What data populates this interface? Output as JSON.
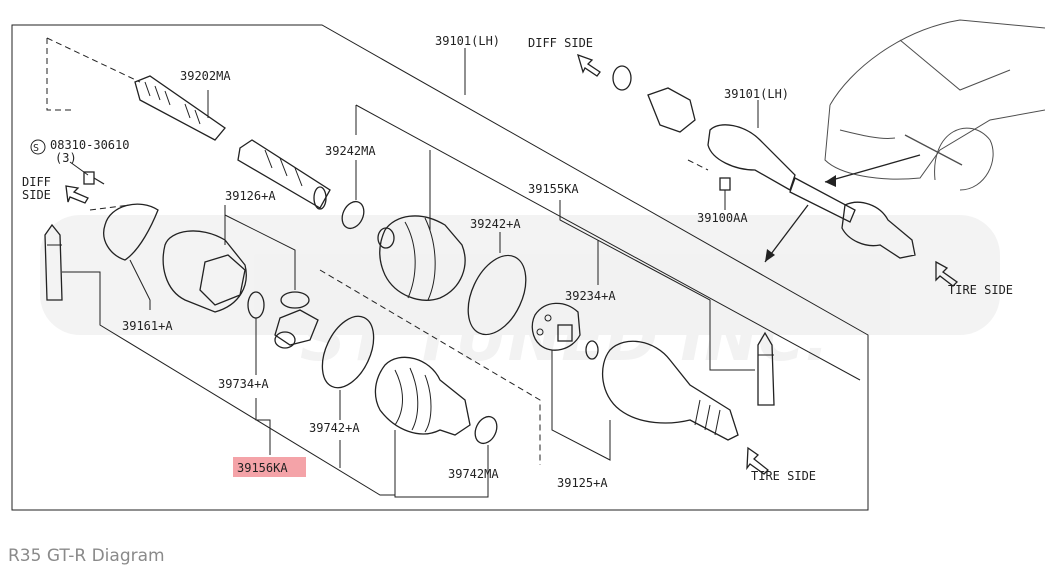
{
  "diagram": {
    "frame_label": "39101(LH)",
    "callouts": {
      "p39202MA": "39202MA",
      "p08310": "08310-30610",
      "p08310_qty": "(3)",
      "p08310_symbol": "S",
      "p39242MA": "39242MA",
      "p39126": "39126+A",
      "p39242A": "39242+A",
      "p39155KA": "39155KA",
      "p39234": "39234+A",
      "p39161": "39161+A",
      "p39734": "39734+A",
      "p39742A": "39742+A",
      "p39742MA": "39742MA",
      "p39156KA": "39156KA",
      "p39125": "39125+A",
      "p39101_inset": "39101(LH)",
      "p39100AA": "39100AA"
    },
    "direction_labels": {
      "diff_side_left_1": "DIFF",
      "diff_side_left_2": "SIDE",
      "diff_side_top": "DIFF SIDE",
      "tire_side_right": "TIRE SIDE",
      "tire_side_bottom": "TIRE SIDE"
    },
    "highlight_color": "#f4a3a8",
    "watermark_text": "ST TUNED INC.",
    "caption": "R35 GT-R Diagram"
  }
}
